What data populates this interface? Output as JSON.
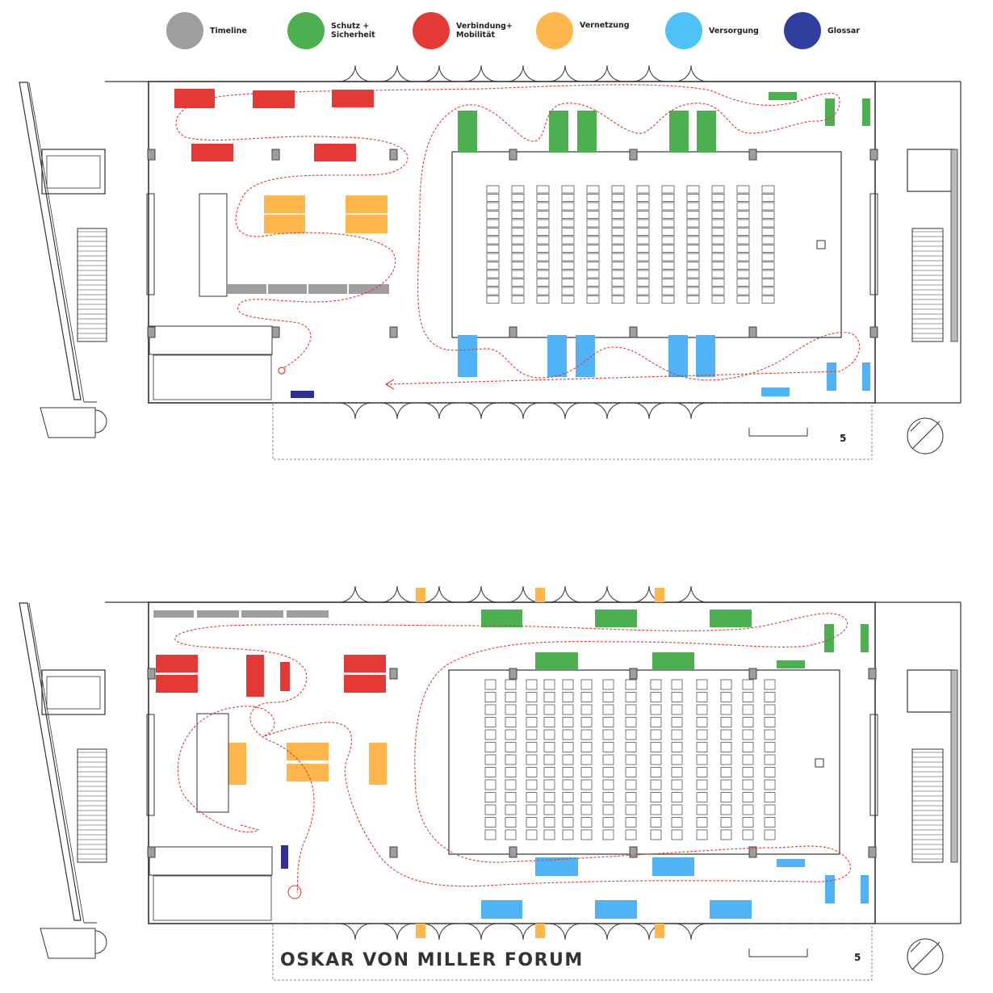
{
  "legend": [
    {
      "id": "timeline",
      "label": "Timeline",
      "color": "#9e9e9e"
    },
    {
      "id": "schutz",
      "label": "Schutz +\nSicherheit",
      "color": "#4caf50"
    },
    {
      "id": "verbindung",
      "label": "Verbindung+\nMobilität",
      "color": "#e53935"
    },
    {
      "id": "vernetzung",
      "label": "Vernetzung",
      "color": "#ffb74d"
    },
    {
      "id": "versorgung",
      "label": "Versorgung",
      "color": "#4fc3f7"
    },
    {
      "id": "glossar",
      "label": "Glossar",
      "color": "#303f9f"
    }
  ],
  "plans": [
    {
      "id": "plan-top",
      "scale_label": "5"
    },
    {
      "id": "plan-bottom",
      "scale_label": "5",
      "title": "OSKAR VON MILLER FORUM"
    }
  ],
  "colors": {
    "wall": "#333333",
    "route": "#e53935",
    "seat": "#555555",
    "pillar": "#9e9e9e",
    "blue_block": "#4fb3f5",
    "glossar_block": "#2e3192"
  }
}
